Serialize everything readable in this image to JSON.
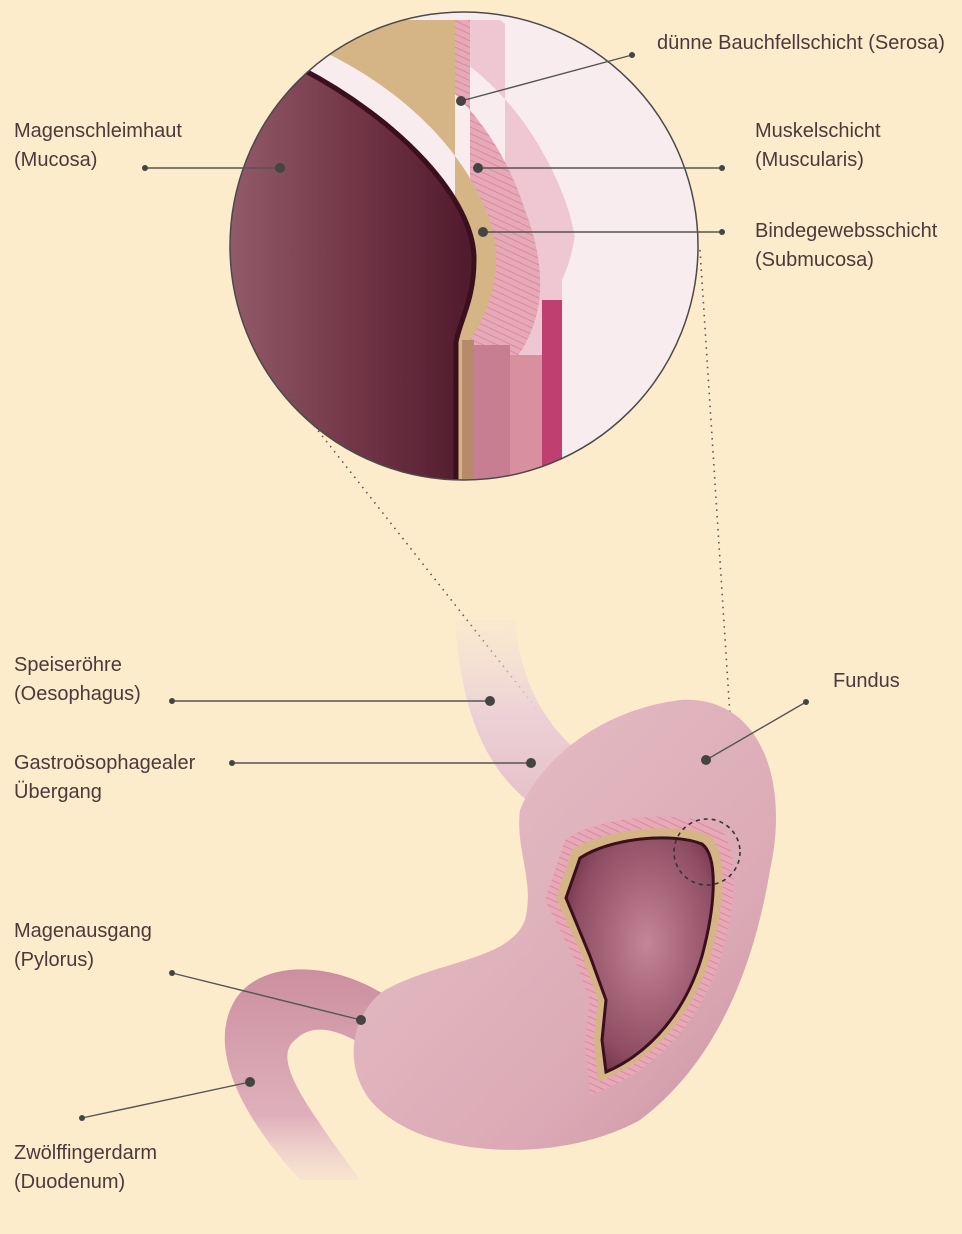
{
  "labels": {
    "serosa": {
      "line1": "dünne Bauchfellschicht (Serosa)"
    },
    "mucosa": {
      "line1": "Magenschleimhaut",
      "line2": "(Mucosa)"
    },
    "muscularis": {
      "line1": "Muskelschicht",
      "line2": "(Muscularis)"
    },
    "submucosa": {
      "line1": "Bindegewebsschicht",
      "line2": "(Submucosa)"
    },
    "oesophagus": {
      "line1": "Speiseröhre",
      "line2": "(Oesophagus)"
    },
    "fundus": {
      "line1": "Fundus"
    },
    "junction": {
      "line1": "Gastroösophagealer",
      "line2": "Übergang"
    },
    "pylorus": {
      "line1": "Magenausgang",
      "line2": "(Pylorus)"
    },
    "duodenum": {
      "line1": "Zwölffingerdarm",
      "line2": "(Duodenum)"
    }
  },
  "colors": {
    "background": "#fdeccb",
    "stomach": "#e4bcc4",
    "mucosa": "#7a3f52",
    "submucosa": "#d5b585",
    "muscularis": "#e6a3b6",
    "serosa": "#f1d3dc",
    "leader": "#555555"
  }
}
